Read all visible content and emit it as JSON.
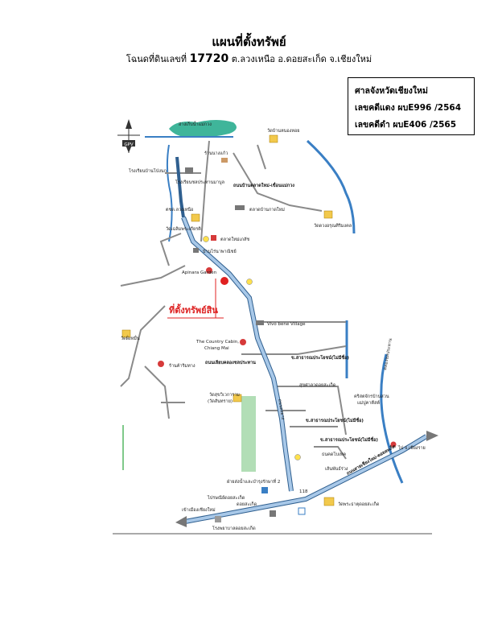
{
  "header": {
    "title": "แผนที่ตั้งทรัพย์",
    "subtitle_prefix": "โฉนดที่ดินเลขที่",
    "deed_number": "17720",
    "subtitle_suffix": "ต.ลวงเหนือ อ.ดอยสะเก็ด จ.เชียงใหม่"
  },
  "court_box": {
    "court": "ศาลจังหวัดเชียงใหม่",
    "red_case": "เลขคดีแดง ผบE996 /2564",
    "black_case": "เลขคดีดำ ผบE406 /2565"
  },
  "map": {
    "compass_label": "GPV",
    "colors": {
      "road_fill": "#a8c8e8",
      "road_stroke": "#2f5f8f",
      "minor_road": "#888888",
      "water": "#3fb59a",
      "river": "#3a7fc4",
      "property_marker": "#e02020",
      "green_area": "#7fc98a"
    },
    "labels": {
      "lake": "อ่างเก็บน้ำแม่กวง",
      "school_north": "โรงเรียนบ้านโป่งนก",
      "nonghern_temple": "วัดบ้านหนองหอย",
      "village_shop": "ร้านนางแก้ว",
      "school_prachaban": "โรงเรียนชลประทานมาบูล",
      "road_main": "ถนนบ้านตลาดใหม่-เขื่อนแม่กวง",
      "police": "ตชด.ลวงเหนือ",
      "market_old": "ตลาดบ้านกาดใหม่",
      "temple_chaloem": "วัดเฉลิมพระเกียรติ",
      "temple_right": "วัดดวงอรุณศิริมงคล",
      "clinic": "ตลาดใหม่เภสัช",
      "bank": "บ้านไร่นาพาณิชย์",
      "apinara": "Apinara Garden",
      "property": "ที่ตั้งทรัพย์สิน",
      "vivo": "Vivo bene Village",
      "country_cabin_1": "The Country Cabin,",
      "country_cabin_2": "Chiang Mai",
      "temple_left": "วัดฝั่งหมื่น",
      "shop_left": "ร้านค้าริมทาง",
      "water_1": "ข.สาธารณประโยชน์(ไม่มีชื่อ)",
      "road_secondary": "ถนนเลียบคลองชลประทาน",
      "health_center": "สุขศาลาดอยสะเก็ด",
      "temple_center_1": "วัดสุขวิเวการาม",
      "temple_center_2": "(วัดสันทราย)",
      "road_vertical": "ถนนลงยาง",
      "canal_vertical": "คลองชลประทาน",
      "church_1": "คริสตจักรบ้านสวน",
      "church_2": "แม่ปูคาคีสต์",
      "water_2": "ข.สาธารณประโยชน์(ไม่มีชื่อ)",
      "water_3": "ข.สาธารณประโยชน์(ไม่มีชื่อ)",
      "bank_2": "ธนคดโบเทค",
      "shop_2": "เส้นพันธ์ร่วง",
      "to_chiangrai": "ไป จ.เชียงราย",
      "highway": "ถนนสายเชียงใหม่-ดอยสะเก็ด",
      "water_office": "ฝ่ายส่งน้ำและบำรุงรักษาที่ 2",
      "post_office": "ไปรษณีย์ดอยสะเก็ด",
      "to_chiangmai": "เข้าเมืองเชียงใหม่",
      "police_station": "ดอยสะเก็ด",
      "temple_bottom": "วัดพระธาตุดอยสะเก็ด",
      "hospital": "โรงพยาบาลดอยสะเก็ด",
      "route_num": "118"
    }
  }
}
